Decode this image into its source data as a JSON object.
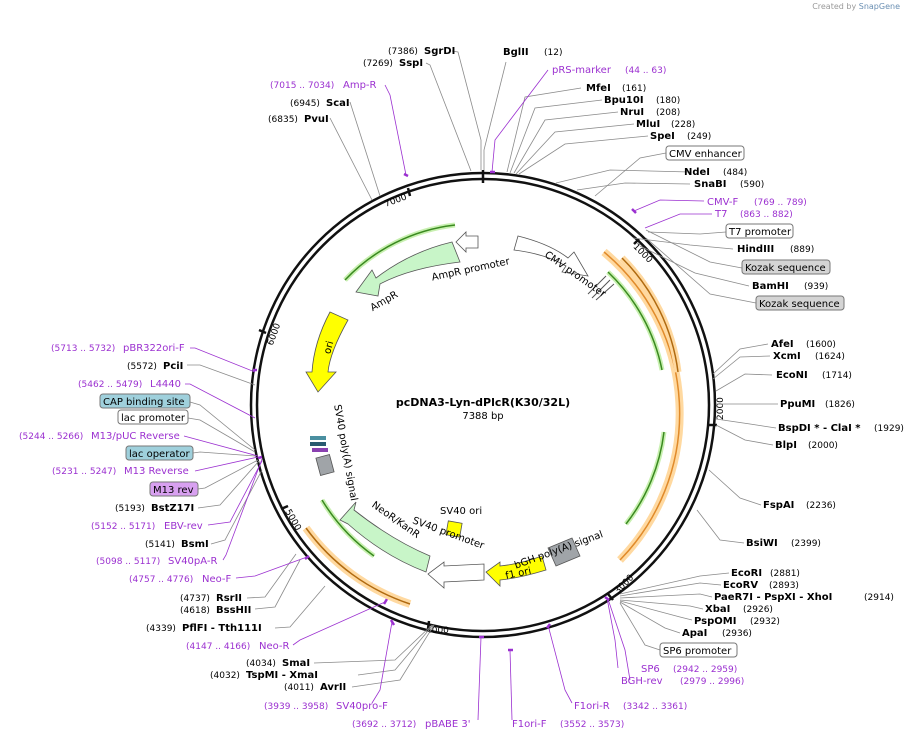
{
  "watermark": {
    "prefix": "Created by",
    "brand": "SnapGene"
  },
  "plasmid": {
    "name": "pcDNA3-Lyn-dPlcR(K30/32L)",
    "size": "7388 bp"
  },
  "ticks": {
    "t1000": "1000",
    "t2000": "2000",
    "t3000": "3000",
    "t4000": "4000",
    "t5000": "5000",
    "t6000": "6000",
    "t7000": "7000"
  },
  "right_sites": [
    {
      "name": "BglII",
      "pos": "(12)"
    },
    {
      "name": "MfeI",
      "pos": "(161)"
    },
    {
      "name": "Bpu10I",
      "pos": "(180)"
    },
    {
      "name": "NruI",
      "pos": "(208)"
    },
    {
      "name": "MluI",
      "pos": "(228)"
    },
    {
      "name": "SpeI",
      "pos": "(249)"
    },
    {
      "name": "NdeI",
      "pos": "(484)"
    },
    {
      "name": "SnaBI",
      "pos": "(590)"
    },
    {
      "name": "HindIII",
      "pos": "(889)"
    },
    {
      "name": "BamHI",
      "pos": "(939)"
    },
    {
      "name": "AfeI",
      "pos": "(1600)"
    },
    {
      "name": "XcmI",
      "pos": "(1624)"
    },
    {
      "name": "EcoNI",
      "pos": "(1714)"
    },
    {
      "name": "PpuMI",
      "pos": "(1826)"
    },
    {
      "name": "BspDI * - ClaI *",
      "pos": "(1929)"
    },
    {
      "name": "BlpI",
      "pos": "(2000)"
    },
    {
      "name": "FspAI",
      "pos": "(2236)"
    },
    {
      "name": "BsiWI",
      "pos": "(2399)"
    },
    {
      "name": "EcoRI",
      "pos": "(2881)"
    },
    {
      "name": "EcoRV",
      "pos": "(2893)"
    },
    {
      "name": "PaeR7I - PspXI - XhoI",
      "pos": "(2914)"
    },
    {
      "name": "XbaI",
      "pos": "(2926)"
    },
    {
      "name": "PspOMI",
      "pos": "(2932)"
    },
    {
      "name": "ApaI",
      "pos": "(2936)"
    }
  ],
  "left_sites": [
    {
      "name": "SgrDI",
      "pos": "(7386)"
    },
    {
      "name": "SspI",
      "pos": "(7269)"
    },
    {
      "name": "ScaI",
      "pos": "(6945)"
    },
    {
      "name": "PvuI",
      "pos": "(6835)"
    },
    {
      "name": "PciI",
      "pos": "(5572)"
    },
    {
      "name": "BstZ17I",
      "pos": "(5193)"
    },
    {
      "name": "BsmI",
      "pos": "(5141)"
    },
    {
      "name": "RsrII",
      "pos": "(4737)"
    },
    {
      "name": "BssHII",
      "pos": "(4618)"
    },
    {
      "name": "PflFI - Tth111I",
      "pos": "(4339)"
    },
    {
      "name": "SmaI",
      "pos": "(4034)"
    },
    {
      "name": "TspMI - XmaI",
      "pos": "(4032)"
    },
    {
      "name": "AvrII",
      "pos": "(4011)"
    }
  ],
  "primers": [
    {
      "name": "pRS-marker",
      "pos": "(44 .. 63)"
    },
    {
      "name": "CMV-F",
      "pos": "(769 .. 789)"
    },
    {
      "name": "T7",
      "pos": "(863 .. 882)"
    },
    {
      "name": "SP6",
      "pos": "(2942 .. 2959)"
    },
    {
      "name": "BGH-rev",
      "pos": "(2979 .. 2996)"
    },
    {
      "name": "F1ori-R",
      "pos": "(3342 .. 3361)"
    },
    {
      "name": "F1ori-F",
      "pos": "(3552 .. 3573)"
    },
    {
      "name": "pBABE 3'",
      "pos": "(3692 .. 3712)"
    },
    {
      "name": "SV40pro-F",
      "pos": "(3939 .. 3958)"
    },
    {
      "name": "Neo-R",
      "pos": "(4147 .. 4166)"
    },
    {
      "name": "Neo-F",
      "pos": "(4757 .. 4776)"
    },
    {
      "name": "SV40pA-R",
      "pos": "(5098 .. 5117)"
    },
    {
      "name": "EBV-rev",
      "pos": "(5152 .. 5171)"
    },
    {
      "name": "M13 Reverse",
      "pos": "(5231 .. 5247)"
    },
    {
      "name": "M13/pUC Reverse",
      "pos": "(5244 .. 5266)"
    },
    {
      "name": "L4440",
      "pos": "(5462 .. 5479)"
    },
    {
      "name": "pBR322ori-F",
      "pos": "(5713 .. 5732)"
    },
    {
      "name": "Amp-R",
      "pos": "(7015 .. 7034)"
    }
  ],
  "boxed": {
    "cmv_enhancer": "CMV enhancer",
    "t7_promoter": "T7 promoter",
    "kozak1": "Kozak sequence",
    "kozak2": "Kozak sequence",
    "sp6_promoter": "SP6 promoter",
    "cap": "CAP binding site",
    "lac_promoter": "lac promoter",
    "lac_operator": "lac operator",
    "m13rev": "M13 rev"
  },
  "features": {
    "ampr_promoter": "AmpR promoter",
    "cmv_promoter": "CMV promoter",
    "ampr": "AmpR",
    "ori": "ori",
    "sv40_polya": "SV40 poly(A) signal",
    "sv40_ori": "SV40 ori",
    "neor": "NeoR/KanR",
    "sv40_promoter": "SV40 promoter",
    "bgh_polya": "bGH poly(A) signal",
    "f1ori": "f1 ori"
  },
  "colors": {
    "primer": "#9b30d0",
    "orf_green": "#c8f5c8",
    "ori_yellow": "#ffff00",
    "orange": "#f0a040",
    "lac_blue": "#9fd0dc",
    "m13_purple": "#d8a0f0"
  }
}
